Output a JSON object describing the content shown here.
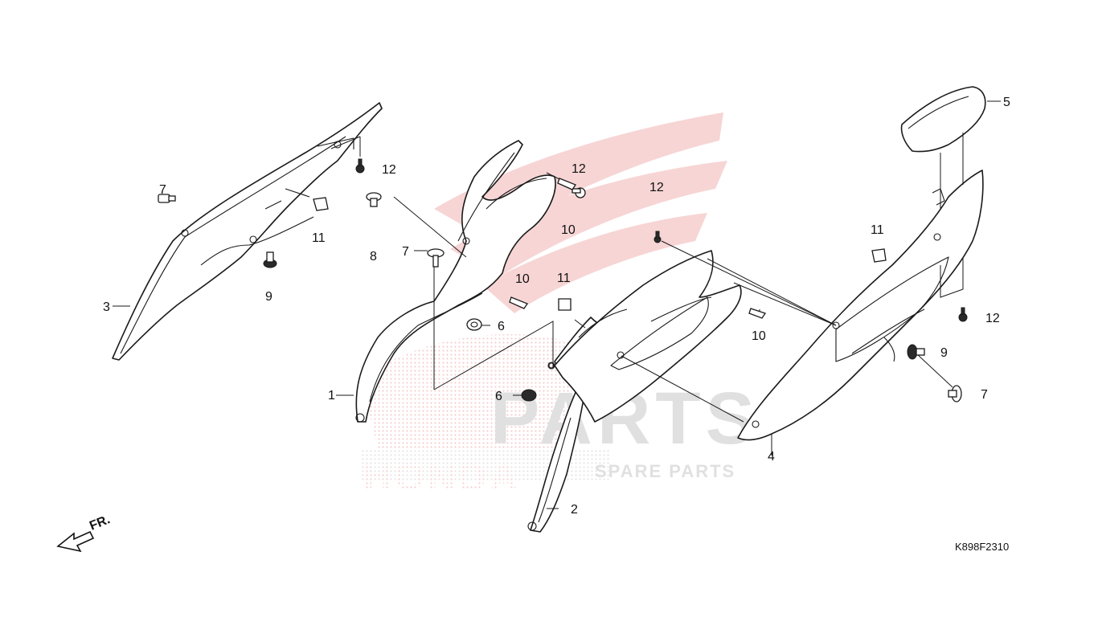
{
  "diagram": {
    "code": "K898F2310",
    "front_label": "FR.",
    "watermark": {
      "word": "PARTS",
      "brand": "HONDA",
      "sub": "SPARE PARTS",
      "color": "#e8a0a0"
    },
    "callouts": [
      {
        "id": "c1",
        "text": "1"
      },
      {
        "id": "c2",
        "text": "2"
      },
      {
        "id": "c3",
        "text": "3"
      },
      {
        "id": "c4",
        "text": "4"
      },
      {
        "id": "c5",
        "text": "5"
      },
      {
        "id": "c6a",
        "text": "6"
      },
      {
        "id": "c6b",
        "text": "6"
      },
      {
        "id": "c7a",
        "text": "7"
      },
      {
        "id": "c7b",
        "text": "7"
      },
      {
        "id": "c7c",
        "text": "7"
      },
      {
        "id": "c8",
        "text": "8"
      },
      {
        "id": "c9a",
        "text": "9"
      },
      {
        "id": "c9b",
        "text": "9"
      },
      {
        "id": "c10a",
        "text": "10"
      },
      {
        "id": "c10b",
        "text": "10"
      },
      {
        "id": "c10c",
        "text": "10"
      },
      {
        "id": "c11a",
        "text": "11"
      },
      {
        "id": "c11b",
        "text": "11"
      },
      {
        "id": "c11c",
        "text": "11"
      },
      {
        "id": "c12a",
        "text": "12"
      },
      {
        "id": "c12b",
        "text": "12"
      },
      {
        "id": "c12c",
        "text": "12"
      },
      {
        "id": "c12d",
        "text": "12"
      }
    ]
  }
}
